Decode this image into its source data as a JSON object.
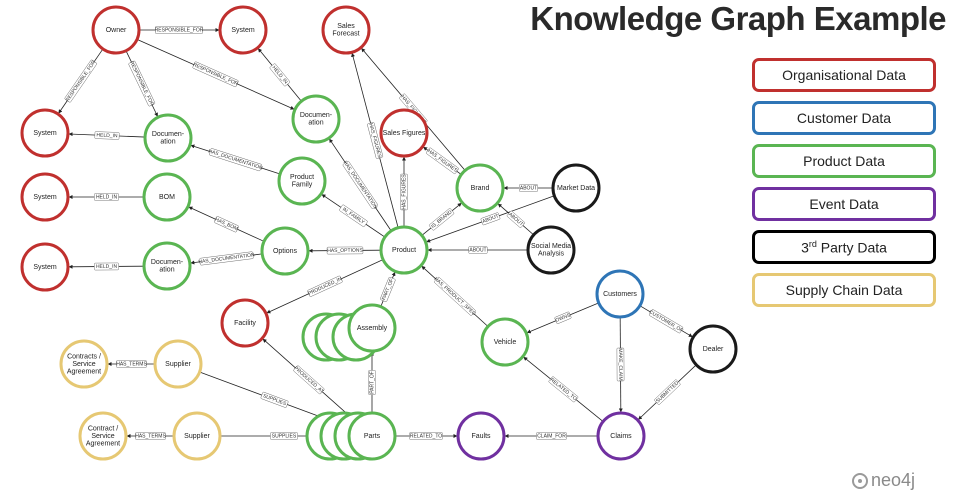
{
  "title": "Knowledge Graph Example",
  "legend": [
    {
      "label": "Organisational Data",
      "color": "#c0302e"
    },
    {
      "label": "Customer Data",
      "color": "#2e75b6"
    },
    {
      "label": "Product Data",
      "color": "#5ab552"
    },
    {
      "label": "Event Data",
      "color": "#7030a0"
    },
    {
      "label": "3rd Party Data",
      "color": "#000000"
    },
    {
      "label": "Supply Chain Data",
      "color": "#e6c873"
    }
  ],
  "logo": "neo4j",
  "colors": {
    "org": "#c0302e",
    "customer": "#2e75b6",
    "product": "#5ab552",
    "event": "#7030a0",
    "third": "#1a1a1a",
    "supply": "#e6c873"
  },
  "nodes": [
    {
      "id": "owner",
      "label": [
        "Owner"
      ],
      "cat": "org"
    },
    {
      "id": "sys_top",
      "label": [
        "System"
      ],
      "cat": "org"
    },
    {
      "id": "sys1",
      "label": [
        "System"
      ],
      "cat": "org"
    },
    {
      "id": "sys2",
      "label": [
        "System"
      ],
      "cat": "org"
    },
    {
      "id": "sys3",
      "label": [
        "System"
      ],
      "cat": "org"
    },
    {
      "id": "sales_forecast",
      "label": [
        "Sales",
        "Forecast"
      ],
      "cat": "org"
    },
    {
      "id": "sales_figures",
      "label": [
        "Sales Figures"
      ],
      "cat": "org"
    },
    {
      "id": "facility",
      "label": [
        "Facility"
      ],
      "cat": "org"
    },
    {
      "id": "doc1",
      "label": [
        "Documen-",
        "ation"
      ],
      "cat": "product"
    },
    {
      "id": "doc_top",
      "label": [
        "Documen-",
        "ation"
      ],
      "cat": "product"
    },
    {
      "id": "bom",
      "label": [
        "BOM"
      ],
      "cat": "product"
    },
    {
      "id": "doc2",
      "label": [
        "Documen-",
        "ation"
      ],
      "cat": "product"
    },
    {
      "id": "product_family",
      "label": [
        "Product",
        "Family"
      ],
      "cat": "product"
    },
    {
      "id": "options",
      "label": [
        "Options"
      ],
      "cat": "product"
    },
    {
      "id": "product",
      "label": [
        "Product"
      ],
      "cat": "product"
    },
    {
      "id": "brand",
      "label": [
        "Brand"
      ],
      "cat": "product"
    },
    {
      "id": "assembly",
      "label": [
        "Assembly"
      ],
      "cat": "product"
    },
    {
      "id": "vehicle",
      "label": [
        "Vehicle"
      ],
      "cat": "product"
    },
    {
      "id": "parts",
      "label": [
        "Parts"
      ],
      "cat": "product"
    },
    {
      "id": "market_data",
      "label": [
        "Market Data"
      ],
      "cat": "third"
    },
    {
      "id": "social_media",
      "label": [
        "Social Media",
        "Analysis"
      ],
      "cat": "third"
    },
    {
      "id": "dealer",
      "label": [
        "Dealer"
      ],
      "cat": "third"
    },
    {
      "id": "customers",
      "label": [
        "Customers"
      ],
      "cat": "customer"
    },
    {
      "id": "claims",
      "label": [
        "Claims"
      ],
      "cat": "event"
    },
    {
      "id": "faults",
      "label": [
        "Faults"
      ],
      "cat": "event"
    },
    {
      "id": "supplier1",
      "label": [
        "Supplier"
      ],
      "cat": "supply"
    },
    {
      "id": "supplier2",
      "label": [
        "Supplier"
      ],
      "cat": "supply"
    },
    {
      "id": "contract1",
      "label": [
        "Contracts /",
        "Service",
        "Agreement"
      ],
      "cat": "supply"
    },
    {
      "id": "contract2",
      "label": [
        "Contract /",
        "Service",
        "Agreement"
      ],
      "cat": "supply"
    }
  ],
  "edges": [
    {
      "from": "owner",
      "to": "sys_top",
      "label": "RESPONSIBLE_FOR"
    },
    {
      "from": "owner",
      "to": "sys1",
      "label": "RESPONSIBLE_FOR"
    },
    {
      "from": "owner",
      "to": "doc1",
      "label": "RESPONSIBLE_FOR"
    },
    {
      "from": "owner",
      "to": "doc_top",
      "label": "RESPONSIBLE_FOR"
    },
    {
      "from": "doc_top",
      "to": "sys_top",
      "label": "HELD_IN"
    },
    {
      "from": "doc1",
      "to": "sys1",
      "label": "HELD_IN"
    },
    {
      "from": "bom",
      "to": "sys2",
      "label": "HELD_IN"
    },
    {
      "from": "doc2",
      "to": "sys3",
      "label": "HELD_IN"
    },
    {
      "from": "product_family",
      "to": "doc1",
      "label": "HAS_DOCUMENTATION"
    },
    {
      "from": "options",
      "to": "bom",
      "label": "HAS_BOM"
    },
    {
      "from": "options",
      "to": "doc2",
      "label": "HAS_DOCUMENTATION"
    },
    {
      "from": "product",
      "to": "options",
      "label": "HAS_OPTIONS"
    },
    {
      "from": "product",
      "to": "product_family",
      "label": "IN_FAMILY"
    },
    {
      "from": "product",
      "to": "doc_top",
      "label": "HAS_DOCUMENTATION"
    },
    {
      "from": "product",
      "to": "sales_forecast",
      "label": "HAS_FIGURES"
    },
    {
      "from": "product",
      "to": "sales_figures",
      "label": "HAS_FIGURES"
    },
    {
      "from": "product",
      "to": "brand",
      "label": "IS_BRAND"
    },
    {
      "from": "brand",
      "to": "sales_forecast",
      "label": "HAS_FIGURES"
    },
    {
      "from": "brand",
      "to": "sales_figures",
      "label": "HAS_FIGURES"
    },
    {
      "from": "market_data",
      "to": "brand",
      "label": "ABOUT"
    },
    {
      "from": "market_data",
      "to": "product",
      "label": "ABOUT"
    },
    {
      "from": "social_media",
      "to": "brand",
      "label": "ABOUT"
    },
    {
      "from": "social_media",
      "to": "product",
      "label": "ABOUT"
    },
    {
      "from": "product",
      "to": "facility",
      "label": "PRODUCED_IN"
    },
    {
      "from": "assembly",
      "to": "product",
      "label": "PART_OF"
    },
    {
      "from": "vehicle",
      "to": "product",
      "label": "HAS_PRODUCT_SPEC"
    },
    {
      "from": "parts",
      "to": "assembly",
      "label": "PART_OF"
    },
    {
      "from": "parts",
      "to": "facility",
      "label": "PRODUCED_AT"
    },
    {
      "from": "supplier1",
      "to": "contract1",
      "label": "HAS_TERMS"
    },
    {
      "from": "supplier2",
      "to": "contract2",
      "label": "HAS_TERMS"
    },
    {
      "from": "supplier1",
      "to": "parts",
      "label": "SUPPLIES"
    },
    {
      "from": "supplier2",
      "to": "parts",
      "label": "SUPPLIES"
    },
    {
      "from": "parts",
      "to": "faults",
      "label": "RELATED_TO"
    },
    {
      "from": "claims",
      "to": "faults",
      "label": "CLAIM_FOR"
    },
    {
      "from": "claims",
      "to": "vehicle",
      "label": "RELATED_TO"
    },
    {
      "from": "customers",
      "to": "vehicle",
      "label": "OWNS"
    },
    {
      "from": "customers",
      "to": "claims",
      "label": "MAKE_CLAIM"
    },
    {
      "from": "customers",
      "to": "dealer",
      "label": "CUSTOMER_OF"
    },
    {
      "from": "dealer",
      "to": "claims",
      "label": "SUBMITTED"
    }
  ]
}
